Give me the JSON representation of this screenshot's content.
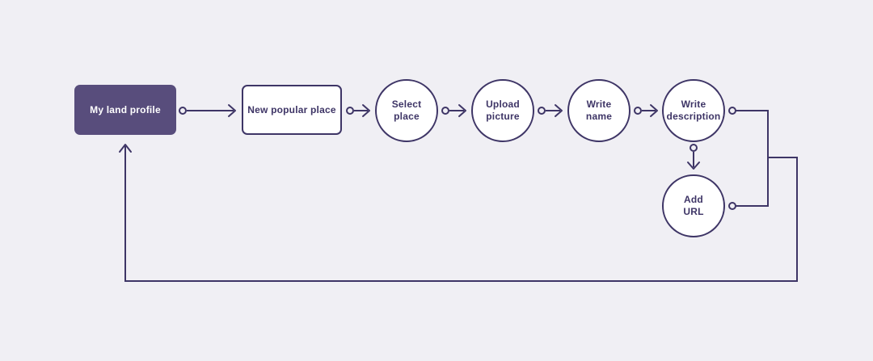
{
  "canvas": {
    "bg_color": "#F0EFF4",
    "stroke_color": "#3E3566",
    "text_color": "#3E3566",
    "node_bg_color": "#FFFFFF",
    "filled_node_color": "#584D7C",
    "filled_node_text_color": "#FFFFFF"
  },
  "nodes": [
    {
      "id": "my-land-profile",
      "shape": "rounded-rect",
      "style": "filled",
      "lines": [
        "My land profile"
      ]
    },
    {
      "id": "new-popular-place",
      "shape": "rounded-rect",
      "style": "outline",
      "lines": [
        "New popular place"
      ]
    },
    {
      "id": "select-place",
      "shape": "circle",
      "style": "outline",
      "lines": [
        "Select",
        "place"
      ]
    },
    {
      "id": "upload-picture",
      "shape": "circle",
      "style": "outline",
      "lines": [
        "Upload",
        "picture"
      ]
    },
    {
      "id": "write-name",
      "shape": "circle",
      "style": "outline",
      "lines": [
        "Write",
        "name"
      ]
    },
    {
      "id": "write-description",
      "shape": "circle",
      "style": "outline",
      "lines": [
        "Write",
        "description"
      ]
    },
    {
      "id": "add-url",
      "shape": "circle",
      "style": "outline",
      "lines": [
        "Add",
        "URL"
      ]
    }
  ],
  "edges": [
    {
      "from": "my-land-profile",
      "to": "new-popular-place",
      "type": "arrow"
    },
    {
      "from": "new-popular-place",
      "to": "select-place",
      "type": "arrow"
    },
    {
      "from": "select-place",
      "to": "upload-picture",
      "type": "arrow"
    },
    {
      "from": "upload-picture",
      "to": "write-name",
      "type": "arrow"
    },
    {
      "from": "write-name",
      "to": "write-description",
      "type": "arrow"
    },
    {
      "from": "write-description",
      "to": "add-url",
      "type": "arrow"
    },
    {
      "from": "write-description",
      "to": "my-land-profile",
      "type": "return-loop"
    },
    {
      "from": "add-url",
      "to": "my-land-profile",
      "type": "return-loop"
    }
  ]
}
